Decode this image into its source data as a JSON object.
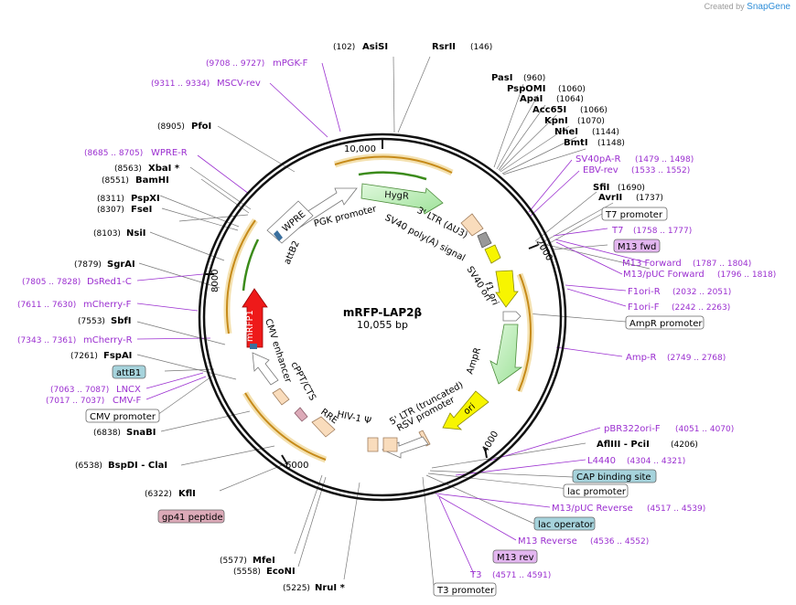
{
  "credit": {
    "prefix": "Created by",
    "brand": "SnapGene"
  },
  "plasmid": {
    "name": "mRFP-LAP2β",
    "length": "10,055 bp"
  },
  "ticks": [
    "10,000",
    "2000",
    "4000",
    "6000",
    "8000"
  ],
  "sites": [
    {
      "pos": "(102)",
      "name": "AsiSI"
    },
    {
      "pos": "(146)",
      "name": "RsrII"
    },
    {
      "pos": "(960)",
      "name": "PasI"
    },
    {
      "pos": "(1060)",
      "name": "PspOMI"
    },
    {
      "pos": "(1064)",
      "name": "ApaI"
    },
    {
      "pos": "(1066)",
      "name": "Acc65I"
    },
    {
      "pos": "(1070)",
      "name": "KpnI"
    },
    {
      "pos": "(1144)",
      "name": "NheI"
    },
    {
      "pos": "(1148)",
      "name": "BmtI"
    },
    {
      "pos": "(1690)",
      "name": "SfiI"
    },
    {
      "pos": "(1737)",
      "name": "AvrII"
    },
    {
      "pos": "(4206)",
      "name": "AflIII - PciI"
    },
    {
      "pos": "(5225)",
      "name": "NruI *"
    },
    {
      "pos": "(5558)",
      "name": "EcoNI"
    },
    {
      "pos": "(5577)",
      "name": "MfeI"
    },
    {
      "pos": "(6322)",
      "name": "KflI"
    },
    {
      "pos": "(6538)",
      "name": "BspDI - ClaI"
    },
    {
      "pos": "(6838)",
      "name": "SnaBI"
    },
    {
      "pos": "(7261)",
      "name": "FspAI"
    },
    {
      "pos": "(7553)",
      "name": "SbfI"
    },
    {
      "pos": "(7879)",
      "name": "SgrAI"
    },
    {
      "pos": "(8103)",
      "name": "NsiI"
    },
    {
      "pos": "(8307)",
      "name": "FseI"
    },
    {
      "pos": "(8311)",
      "name": "PspXI"
    },
    {
      "pos": "(8551)",
      "name": "BamHI"
    },
    {
      "pos": "(8563)",
      "name": "XbaI *"
    },
    {
      "pos": "(8905)",
      "name": "PfoI"
    }
  ],
  "primers": [
    {
      "name": "mPGK-F",
      "pos": "(9708 .. 9727)"
    },
    {
      "name": "MSCV-rev",
      "pos": "(9311 .. 9334)"
    },
    {
      "name": "WPRE-R",
      "pos": "(8685 .. 8705)"
    },
    {
      "name": "DsRed1-C",
      "pos": "(7805 .. 7828)"
    },
    {
      "name": "mCherry-F",
      "pos": "(7611 .. 7630)"
    },
    {
      "name": "mCherry-R",
      "pos": "(7343 .. 7361)"
    },
    {
      "name": "LNCX",
      "pos": "(7063 .. 7087)"
    },
    {
      "name": "CMV-F",
      "pos": "(7017 .. 7037)"
    },
    {
      "name": "SV40pA-R",
      "pos": "(1479 .. 1498)"
    },
    {
      "name": "EBV-rev",
      "pos": "(1533 .. 1552)"
    },
    {
      "name": "T7",
      "pos": "(1758 .. 1777)"
    },
    {
      "name": "M13 Forward",
      "pos": "(1787 .. 1804)"
    },
    {
      "name": "M13/pUC Forward",
      "pos": "(1796 .. 1818)"
    },
    {
      "name": "F1ori-R",
      "pos": "(2032 .. 2051)"
    },
    {
      "name": "F1ori-F",
      "pos": "(2242 .. 2263)"
    },
    {
      "name": "Amp-R",
      "pos": "(2749 .. 2768)"
    },
    {
      "name": "pBR322ori-F",
      "pos": "(4051 .. 4070)"
    },
    {
      "name": "L4440",
      "pos": "(4304 .. 4321)"
    },
    {
      "name": "M13/pUC Reverse",
      "pos": "(4517 .. 4539)"
    },
    {
      "name": "M13 Reverse",
      "pos": "(4536 .. 4552)"
    },
    {
      "name": "T3",
      "pos": "(4571 .. 4591)"
    }
  ],
  "boxes": [
    {
      "label": "T7 promoter",
      "color": "#ffffff"
    },
    {
      "label": "M13 fwd",
      "color": "#e3b6f0"
    },
    {
      "label": "AmpR promoter",
      "color": "#ffffff"
    },
    {
      "label": "CAP binding site",
      "color": "#a6d3dc"
    },
    {
      "label": "lac promoter",
      "color": "#ffffff"
    },
    {
      "label": "lac operator",
      "color": "#a6d3dc"
    },
    {
      "label": "M13 rev",
      "color": "#e3b6f0"
    },
    {
      "label": "T3 promoter",
      "color": "#ffffff"
    },
    {
      "label": "attB1",
      "color": "#a6d3dc"
    },
    {
      "label": "CMV promoter",
      "color": "#ffffff"
    },
    {
      "label": "gp41 peptide",
      "color": "#dcaab8"
    }
  ],
  "features": [
    "HygR",
    "PGK promoter",
    "WPRE",
    "attB2",
    "3' LTR (ΔU3)",
    "SV40 poly(A) signal",
    "SV40 ori",
    "f1 ori",
    "AmpR",
    "ori",
    "5' LTR (truncated)",
    "RSV promoter",
    "HIV-1 Ψ",
    "RRE",
    "cPPT/CTS",
    "CMV enhancer",
    "mRFP1"
  ]
}
